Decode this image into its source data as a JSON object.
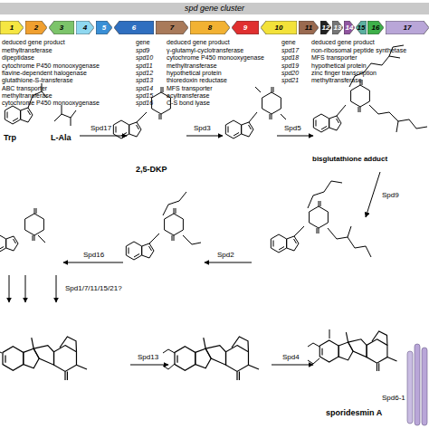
{
  "diagram": {
    "nodes": [
      {
        "text": [
          "spd gene cluster"
        ]
      },
      {
        "text": [
          "1"
        ]
      },
      {
        "text": [
          "2"
        ]
      },
      {
        "text": [
          "3"
        ]
      },
      {
        "text": [
          "4"
        ]
      },
      {
        "text": [
          "5"
        ]
      },
      {
        "text": [
          "6"
        ]
      },
      {
        "text": [
          "7"
        ]
      },
      {
        "text": [
          "8"
        ]
      },
      {
        "text": [
          "9"
        ]
      },
      {
        "text": [
          "10"
        ]
      },
      {
        "text": [
          "11"
        ]
      },
      {
        "text": [
          "12"
        ]
      },
      {
        "text": [
          "13"
        ]
      },
      {
        "text": [
          "14"
        ]
      },
      {
        "text": [
          "15"
        ]
      },
      {
        "text": [
          "16"
        ]
      },
      {
        "text": [
          "17"
        ]
      }
    ],
    "labels": [
      "deduced gene product",
      "gene",
      "deduced gene product",
      "gene",
      "deduced gene product",
      "methyltransferase",
      "spd9",
      "γ-glutamyl-cyclotransferase",
      "spd17",
      "non-ribosomal peptide synthetase",
      "dipeptidase",
      "spd10",
      "cytochrome P450 monooxygenase",
      "spd18",
      "MFS transporter",
      "cytochrome P450 monooxygenase",
      "spd11",
      "methyltransferase",
      "spd19",
      "hypothetical protein",
      "flavine-dependent halogenase",
      "spd12",
      "hypothetical protein",
      "spd20",
      "zinc finger transcription",
      "glutathione-S-transferase",
      "spd13",
      "thioredoxin reductase",
      "spd21",
      "methyltransferase",
      "ABC transporter",
      "spd14",
      "MFS transporter",
      "methyltransferase",
      "spd15",
      "acyltransferase",
      "cytochrome P450 monooxygenase",
      "spd16",
      "C-S bond lyase",
      "Trp",
      "L-Ala",
      "Spd17",
      "2,5-DKP",
      "Spd3",
      "Spd5",
      "bisglutathione adduct",
      "Spd9",
      "Spd2",
      "Spd16",
      "Spd1/7/11/15/21?",
      "Spd13",
      "Spd4",
      "sporidesmin A",
      "Spd6-1"
    ]
  }
}
